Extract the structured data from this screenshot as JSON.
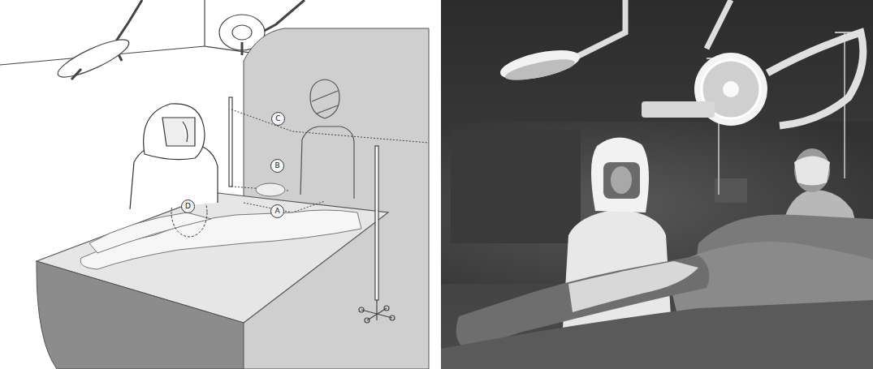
{
  "diagram": {
    "nodes": [
      {
        "text": [
          "C"
        ]
      },
      {
        "text": [
          "B"
        ]
      },
      {
        "text": [
          "D"
        ]
      },
      {
        "text": [
          "A"
        ]
      }
    ]
  }
}
